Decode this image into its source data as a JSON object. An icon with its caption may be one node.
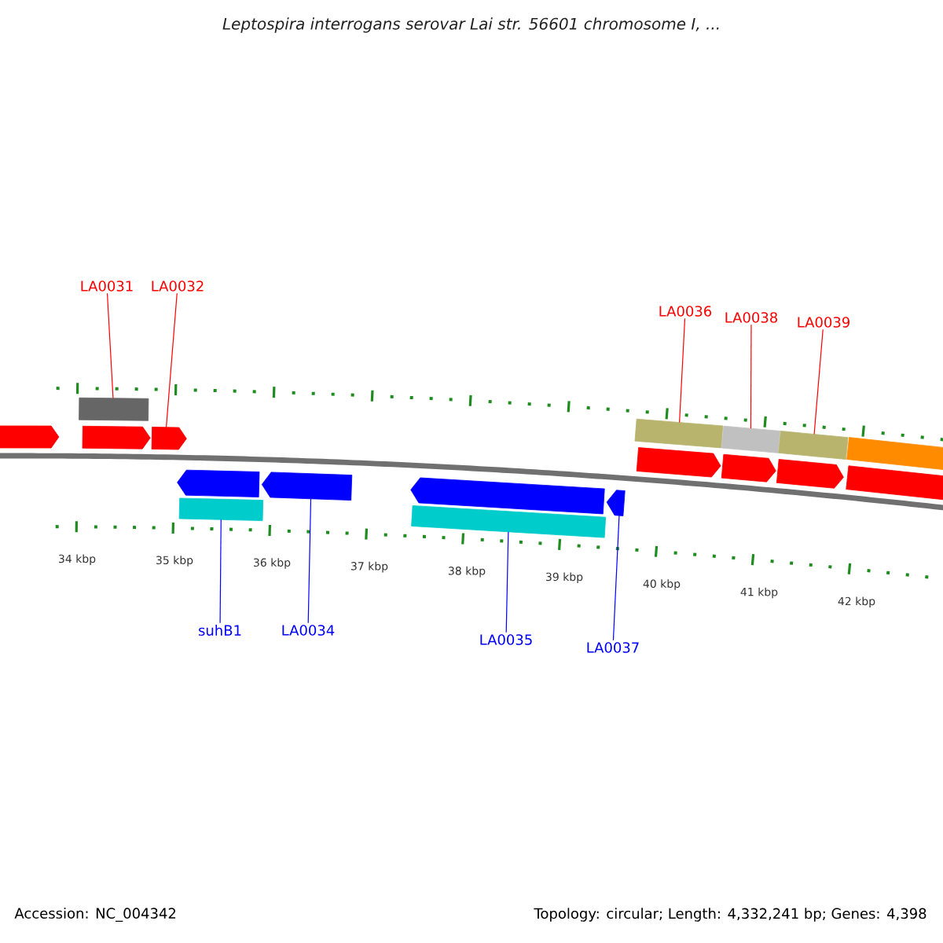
{
  "diagram": {
    "title": "*Leptospira interrogans* serovar Lai str. 56601 chromosome I, ...",
    "nodes": [
      {
        "text": [
          "LA0031"
        ]
      },
      {
        "text": [
          "LA0032"
        ]
      },
      {
        "text": [
          "LA0036"
        ]
      },
      {
        "text": [
          "LA0038"
        ]
      },
      {
        "text": [
          "LA0039"
        ]
      },
      {
        "text": [
          "suhB1"
        ]
      },
      {
        "text": [
          "LA0034"
        ]
      },
      {
        "text": [
          "LA0035"
        ]
      },
      {
        "text": [
          "LA0037"
        ]
      },
      {
        "text": [],
        "shape": "box"
      },
      {
        "text": [],
        "shape": "box"
      },
      {
        "text": [],
        "shape": "box"
      },
      {
        "text": [],
        "shape": "box"
      },
      {
        "text": [],
        "shape": "box"
      },
      {
        "text": [],
        "shape": "arrow"
      },
      {
        "text": [],
        "shape": "arrow"
      },
      {
        "text": [],
        "shape": "arrow"
      },
      {
        "text": [],
        "shape": "arrow"
      },
      {
        "text": [],
        "shape": "arrow"
      },
      {
        "text": [],
        "shape": "arrow"
      },
      {
        "text": [],
        "shape": "arrow"
      },
      {
        "text": [],
        "shape": "arrow"
      },
      {
        "text": [],
        "shape": "arrow"
      },
      {
        "text": [],
        "shape": "arrow"
      },
      {
        "text": [],
        "shape": "arrow"
      },
      {
        "text": [],
        "shape": "box"
      },
      {
        "text": [],
        "shape": "box"
      }
    ],
    "edges": [
      {
        "from": 0,
        "to": 9,
        "arrow": "none",
        "color": "#ff0000"
      },
      {
        "from": 1,
        "to": 16,
        "arrow": "none",
        "color": "#ff0000"
      },
      {
        "from": 2,
        "to": 10,
        "arrow": "none",
        "color": "#ff0000"
      },
      {
        "from": 3,
        "to": 11,
        "arrow": "none",
        "color": "#ff0000"
      },
      {
        "from": 4,
        "to": 12,
        "arrow": "none",
        "color": "#ff0000"
      },
      {
        "from": 5,
        "to": 25,
        "arrow": "none",
        "color": "#0000ff"
      },
      {
        "from": 6,
        "to": 22,
        "arrow": "none",
        "color": "#0000ff"
      },
      {
        "from": 7,
        "to": 26,
        "arrow": "none",
        "color": "#0000ff"
      },
      {
        "from": 8,
        "to": 24,
        "arrow": "none",
        "color": "#0000ff"
      }
    ],
    "labels": [
      "34 kbp",
      "35 kbp",
      "36 kbp",
      "37 kbp",
      "38 kbp",
      "39 kbp",
      "40 kbp",
      "41 kbp",
      "42 kbp",
      "Accession: NC_004342",
      "Topology: circular; Length: 4,332,241 bp; Genes: 4,398"
    ]
  }
}
